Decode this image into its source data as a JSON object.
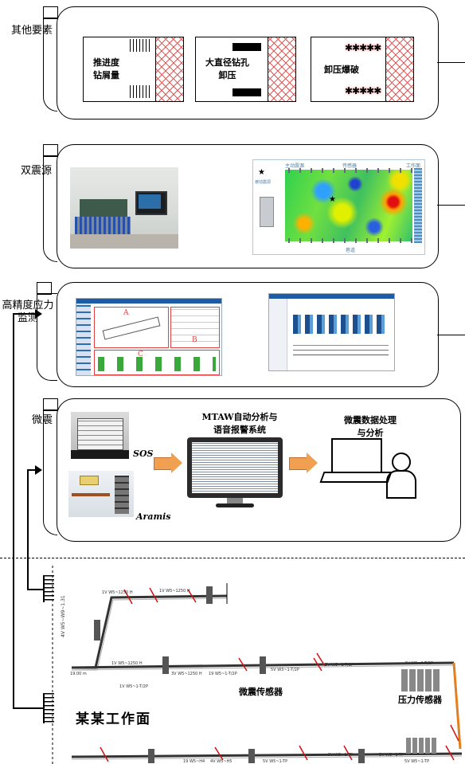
{
  "sections": {
    "other_factors": "其他要素",
    "dual_source": "双震源",
    "stress": "高精度应力\n监测",
    "microseismic": "微震"
  },
  "other_factors_cards": [
    {
      "label": "推进度\n钻屑量"
    },
    {
      "label": "大直径钻孔\n卸压"
    },
    {
      "label": "卸压爆破"
    }
  ],
  "dual_source_map": {
    "top_labels": [
      "主动震源",
      "传感器",
      "工作面"
    ],
    "left_label": "被动震源",
    "bottom_label": "巷道"
  },
  "stress_screen": {
    "panel_labels": [
      "A",
      "B",
      "C"
    ]
  },
  "microseismic": {
    "sos_label": "SOS",
    "aramis_label": "Aramis",
    "mtaw_title": "MTAW自动分析与\n语音报警系统",
    "processing_title": "微震数据处理\n与分析"
  },
  "mine": {
    "workface_label": "某某工作面",
    "micro_sensor_label": "微震传感器",
    "pressure_sensor_label": "压力传感器",
    "small_labels": [
      "1V W5~1250 H",
      "1V W5~1250 H",
      "19.00 m",
      "1V W5~1250 H",
      "3V W5~1250 H",
      "19 W5~1-T/2P",
      "5V W3~1-T/2P",
      "5V W5~1-T/2P",
      "4V W5~1-T/2P",
      "19 W5~H4",
      "4V W5~H5",
      "5V W5~1-TP",
      "5V W5~1-TP",
      "5V W5~1-TP",
      "5V W5~1-TP",
      "1V W5~1-T/2P"
    ],
    "vertical_label": "4V W5~W9~1.31"
  },
  "colors": {
    "accent_orange": "#f0a050",
    "hatch_red": "#e05a5a",
    "sensor_red": "#d01010"
  }
}
